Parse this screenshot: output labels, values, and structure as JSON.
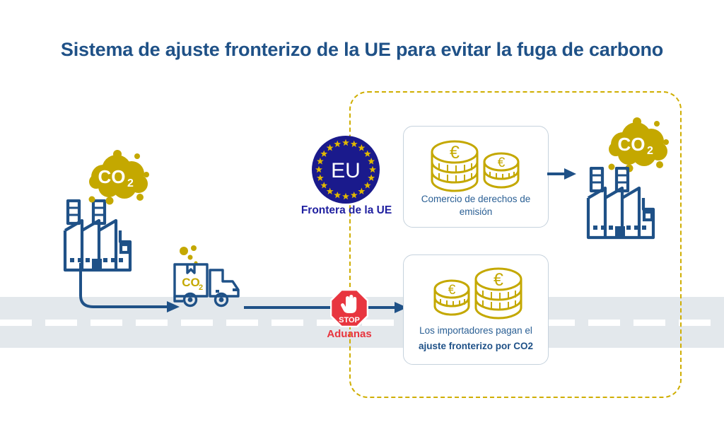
{
  "title": "Sistema de ajuste fronterizo de la UE para evitar la fuga de carbono",
  "colors": {
    "brand_blue": "#1f5187",
    "text_blue": "#2a5f94",
    "gold": "#c4a800",
    "dashed_border_gold": "#cfae00",
    "eu_blue": "#1a1a8c",
    "eu_star_gold": "#e0b800",
    "stop_red": "#e8353f",
    "road_grey": "#e3e8ec",
    "card_border": "#c6d2dd"
  },
  "eu_badge": {
    "abbreviation": "EU",
    "label": "Frontera de la UE",
    "star_count": 20
  },
  "customs": {
    "sign_text": "STOP",
    "label": "Aduanas"
  },
  "cards": {
    "emissions_trading": {
      "caption": "Comercio de derechos de emisión",
      "coin_label": "€"
    },
    "importers": {
      "caption_line_1": "Los importadores pagan el",
      "caption_line_2": "ajuste fronterizo por CO2",
      "coin_label": "€"
    }
  },
  "clouds": {
    "left_label": "CO",
    "left_subscript": "2",
    "right_label": "CO",
    "right_subscript": "2"
  },
  "truck": {
    "crate_label": "CO",
    "crate_subscript": "2"
  },
  "road": {
    "dash_count": 16
  },
  "icons": {
    "factory_left": "factory-icon",
    "factory_right": "factory-icon",
    "cloud_left": "co2-cloud-icon",
    "cloud_right": "co2-cloud-icon",
    "truck": "delivery-truck-icon",
    "stop": "stop-hand-icon",
    "coins": "euro-coin-stack-icon",
    "arrow": "arrow-right-icon"
  }
}
